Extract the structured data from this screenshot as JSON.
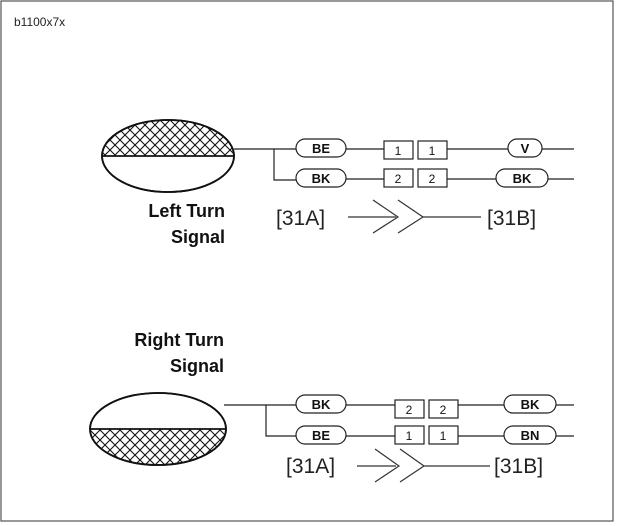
{
  "image_code": "b1100x7x",
  "left_signal": {
    "title_line1": "Left Turn",
    "title_line2": "Signal",
    "wires": [
      {
        "left_color": "BE",
        "pin_left": "1",
        "pin_right": "1",
        "right_color": "V"
      },
      {
        "left_color": "BK",
        "pin_left": "2",
        "pin_right": "2",
        "right_color": "BK"
      }
    ],
    "connector_a": "[31A]",
    "connector_b": "[31B]"
  },
  "right_signal": {
    "title_line1": "Right Turn",
    "title_line2": "Signal",
    "wires": [
      {
        "left_color": "BK",
        "pin_left": "2",
        "pin_right": "2",
        "right_color": "BK"
      },
      {
        "left_color": "BE",
        "pin_left": "1",
        "pin_right": "1",
        "right_color": "BN"
      }
    ],
    "connector_a": "[31A]",
    "connector_b": "[31B]"
  }
}
